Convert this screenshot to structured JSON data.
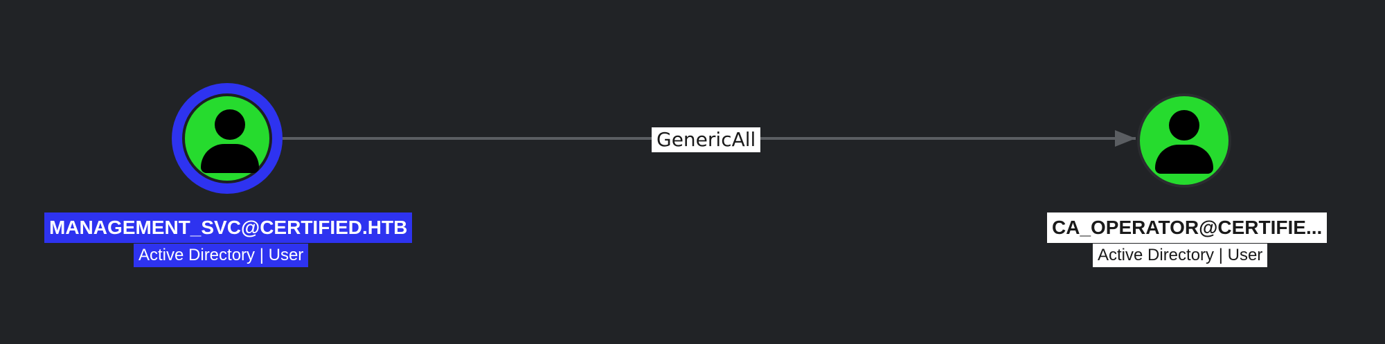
{
  "graph": {
    "source_node": {
      "title": "MANAGEMENT_SVC@CERTIFIED.HTB",
      "subtitle": "Active Directory | User",
      "icon": "user-icon",
      "selected": true,
      "fill_color": "#26db2e",
      "ring_color": "#2e33f0"
    },
    "target_node": {
      "title": "CA_OPERATOR@CERTIFIE...",
      "subtitle": "Active Directory | User",
      "icon": "user-icon",
      "selected": false,
      "fill_color": "#26db2e"
    },
    "edge": {
      "label": "GenericAll",
      "color": "#5b5e62"
    },
    "background_color": "#212326"
  }
}
